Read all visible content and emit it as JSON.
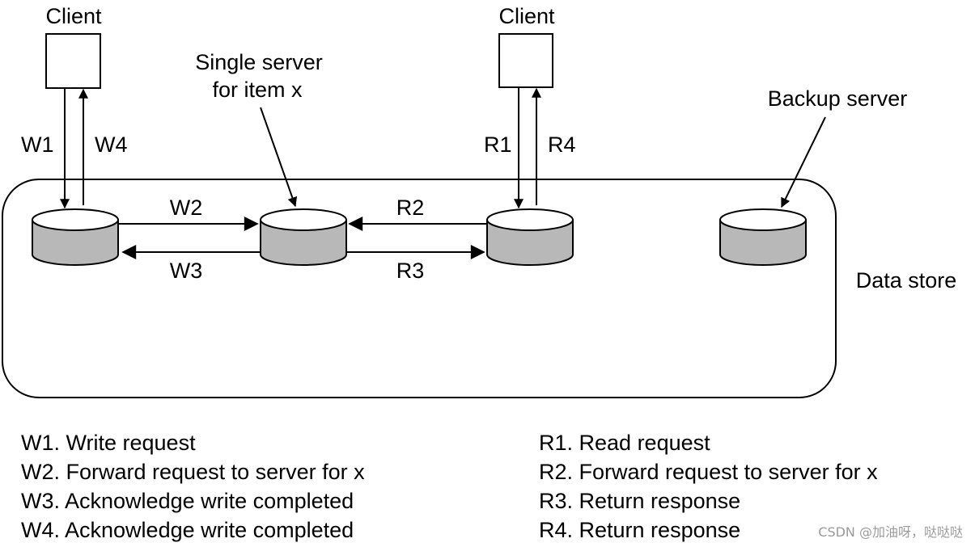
{
  "colors": {
    "line": "#000000",
    "disk_body": "#b8b8b8",
    "disk_top": "#ffffff",
    "background": "#ffffff",
    "watermark": "#9a9a9a"
  },
  "labels": {
    "client_left": "Client",
    "client_right": "Client",
    "single_server_line1": "Single server",
    "single_server_line2": "for item x",
    "backup_server": "Backup server",
    "data_store": "Data store"
  },
  "arrows": {
    "w1": "W1",
    "w2": "W2",
    "w3": "W3",
    "w4": "W4",
    "r1": "R1",
    "r2": "R2",
    "r3": "R3",
    "r4": "R4"
  },
  "legend": {
    "write": [
      "W1. Write request",
      "W2. Forward request to server for x",
      "W3. Acknowledge write completed",
      "W4. Acknowledge write completed"
    ],
    "read": [
      "R1. Read request",
      "R2. Forward request to server for x",
      "R3. Return response",
      "R4. Return response"
    ]
  },
  "watermark": "CSDN @加油呀，哒哒哒"
}
